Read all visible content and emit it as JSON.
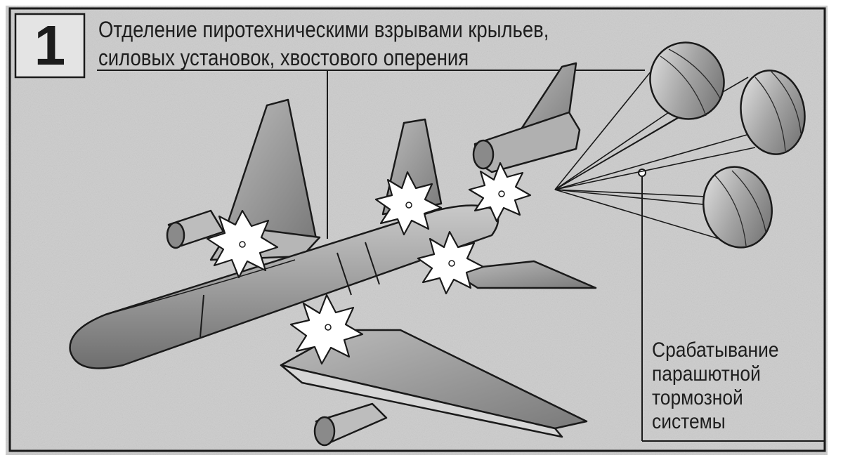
{
  "panel_number": "1",
  "caption": {
    "line1": "Отделение пиротехническими взрывами крыльев,",
    "line2": "силовых установок, хвостового оперения"
  },
  "parachute_label": {
    "line1": "Срабатывание",
    "line2": "парашютной",
    "line3": "тормозной",
    "line4": "системы"
  },
  "colors": {
    "background": "#cfcfcf",
    "frame": "#1a1a1a",
    "aircraft_body": "#9a9a9a",
    "explosion": "#ffffff"
  },
  "icons": [
    "aircraft",
    "explosion",
    "parachute"
  ]
}
